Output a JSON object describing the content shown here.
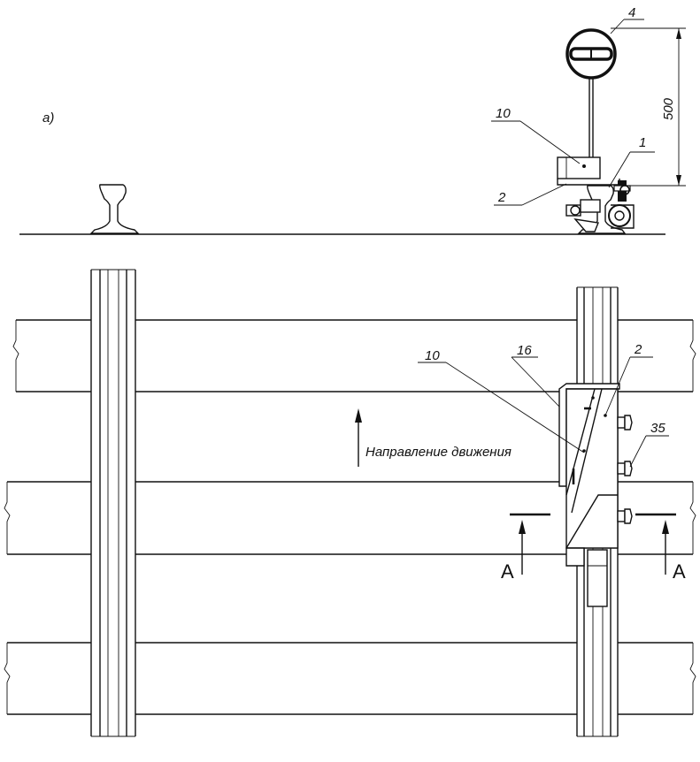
{
  "view_label": "а)",
  "dimension": "500",
  "callouts": {
    "sign": "4",
    "part_10_top": "10",
    "part_1": "1",
    "part_2_top": "2",
    "part_10_plan": "10",
    "part_16": "16",
    "part_2_plan": "2",
    "part_35": "35"
  },
  "direction_text": "Направление движения",
  "section_mark_left": "А",
  "section_mark_right": "А"
}
